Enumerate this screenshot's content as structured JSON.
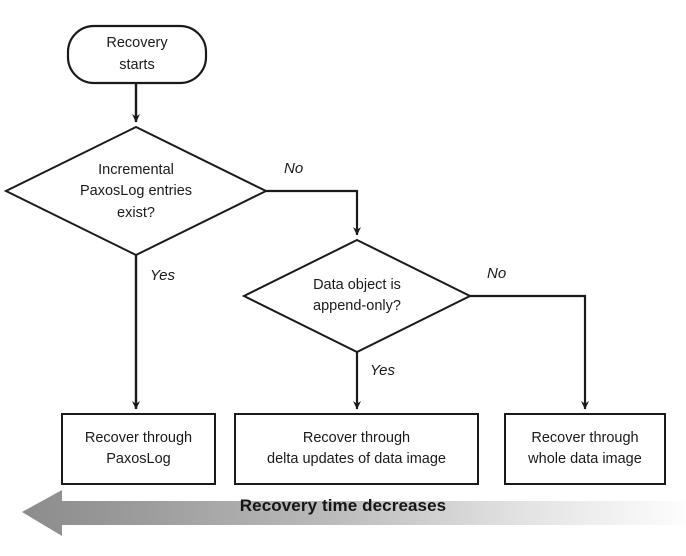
{
  "diagram": {
    "type": "flowchart",
    "title": "Recovery decision flowchart",
    "background_color": "#ffffff",
    "line_color": "#1a1a1a",
    "nodes": {
      "start": {
        "shape": "rounded-rectangle",
        "label": "Recovery\nstarts"
      },
      "decision_paxoslog": {
        "shape": "diamond",
        "label": "Incremental\nPaxosLog entries\nexist?"
      },
      "decision_append_only": {
        "shape": "diamond",
        "label": "Data object is\nappend-only?"
      },
      "outcome_paxoslog": {
        "shape": "rectangle",
        "label": "Recover through\nPaxosLog"
      },
      "outcome_delta": {
        "shape": "rectangle",
        "label": "Recover through\ndelta updates of data image"
      },
      "outcome_whole": {
        "shape": "rectangle",
        "label": "Recover through\nwhole data image"
      }
    },
    "edge_labels": {
      "paxoslog_no": "No",
      "paxoslog_yes": "Yes",
      "append_only_no": "No",
      "append_only_yes": "Yes"
    },
    "banner": {
      "label": "Recovery time decreases",
      "direction": "left",
      "gradient_from": "#8c8c8c",
      "gradient_to": "#fdfdfd"
    }
  }
}
